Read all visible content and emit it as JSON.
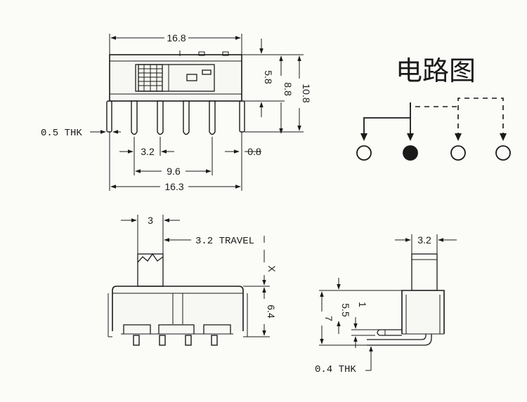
{
  "circuit_title": "电路图",
  "top_view": {
    "overall_width": "16.8",
    "pin_thickness": "0.5 THK",
    "pitch": "3.2",
    "edge_offset": "0.8",
    "pin_span": "9.6",
    "body_width": "16.3",
    "height_a": "5.8",
    "height_b": "8.8",
    "height_c": "10.8"
  },
  "front_view": {
    "knob_width": "3",
    "travel": "3.2 TRAVEL",
    "x_label": "X",
    "body_height": "6.4"
  },
  "side_view": {
    "knob_depth": "3.2",
    "total_height": "7",
    "pin_height": "5.5",
    "pin_offset": "1",
    "pin_thickness": "0.4 THK"
  },
  "colors": {
    "ink": "#1a1a1a",
    "paper": "#fbfbf8"
  }
}
